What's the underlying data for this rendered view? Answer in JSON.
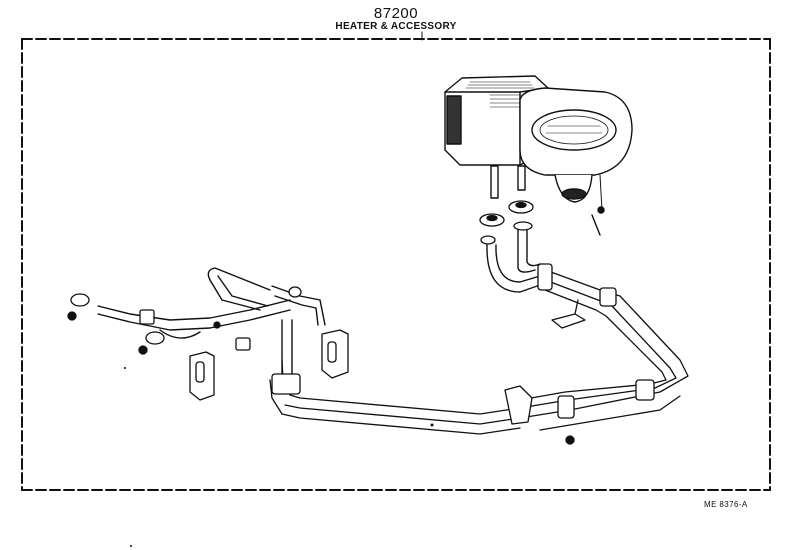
{
  "header": {
    "part_number": "87200",
    "section_title": "HEATER & ACCESSORY"
  },
  "footer": {
    "reference_code": "ME 8376-A"
  }
}
